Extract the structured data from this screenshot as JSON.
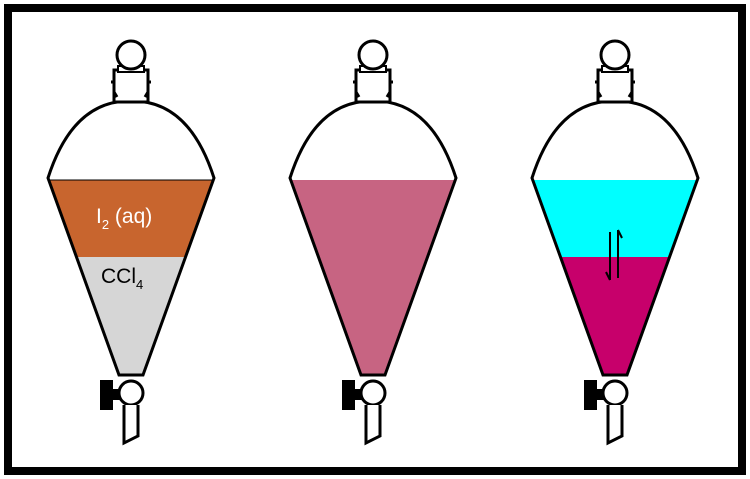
{
  "funnels": [
    {
      "name": "funnel-1",
      "layers": [
        {
          "color": "#c8652e",
          "label": "I",
          "subscript": "2",
          "suffix": " (aq)"
        },
        {
          "color": "#d6d6d6",
          "label": "CCl",
          "subscript": "4",
          "suffix": ""
        }
      ]
    },
    {
      "name": "funnel-2",
      "layers": [
        {
          "color": "#c76482"
        }
      ]
    },
    {
      "name": "funnel-3",
      "layers": [
        {
          "color": "#00ffff"
        },
        {
          "color": "#c7006b"
        }
      ],
      "equilibrium_symbol": "⇅"
    }
  ],
  "colors": {
    "outline": "#000000",
    "background": "#ffffff"
  }
}
